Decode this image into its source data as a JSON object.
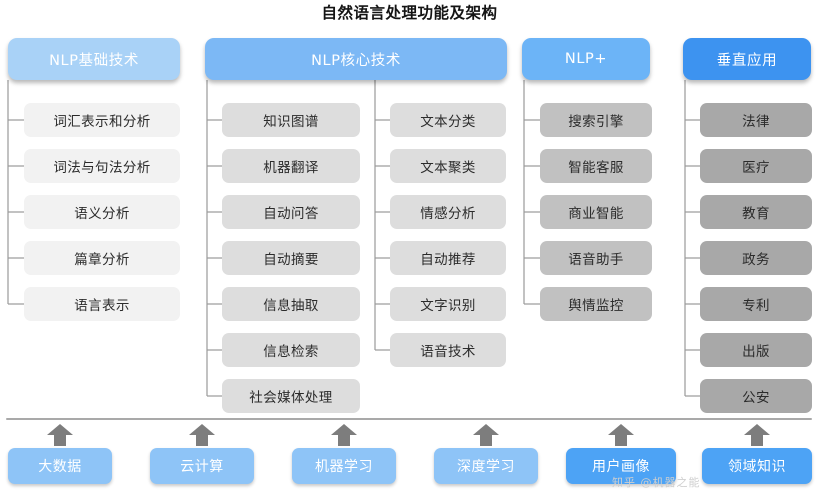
{
  "title": "自然语言处理功能及架构",
  "colors": {
    "header_basic": "#a9d2f7",
    "header_core": "#7cb8f5",
    "header_plus": "#6cb4f7",
    "header_vertical": "#3d93f0",
    "leaf_basic": "#f2f2f2",
    "leaf_core": "#dddddd",
    "leaf_plus": "#c1c1c1",
    "leaf_vertical": "#a8a8a8",
    "base_box": "#8ec4f7",
    "base_box_strong": "#4da3f5",
    "connector": "#9a9a9a",
    "arrow": "#7d7d7d",
    "divider": "#a9a9a9",
    "title_text": "#141414"
  },
  "columns": [
    {
      "id": "nlp-basic",
      "header": "NLP基础技术",
      "groups": [
        {
          "items": [
            "词汇表示和分析",
            "词法与句法分析",
            "语义分析",
            "篇章分析",
            "语言表示"
          ]
        }
      ]
    },
    {
      "id": "nlp-core",
      "header": "NLP核心技术",
      "groups": [
        {
          "items": [
            "知识图谱",
            "机器翻译",
            "自动问答",
            "自动摘要",
            "信息抽取",
            "信息检索",
            "社会媒体处理"
          ]
        },
        {
          "items": [
            "文本分类",
            "文本聚类",
            "情感分析",
            "自动推荐",
            "文字识别",
            "语音技术"
          ]
        }
      ]
    },
    {
      "id": "nlp-plus",
      "header": "NLP+",
      "groups": [
        {
          "items": [
            "搜索引擎",
            "智能客服",
            "商业智能",
            "语音助手",
            "舆情监控"
          ]
        }
      ]
    },
    {
      "id": "vertical-application",
      "header": "垂直应用",
      "groups": [
        {
          "items": [
            "法律",
            "医疗",
            "教育",
            "政务",
            "专利",
            "出版",
            "公安"
          ]
        }
      ]
    }
  ],
  "foundation": {
    "items": [
      "大数据",
      "云计算",
      "机器学习",
      "深度学习",
      "用户画像",
      "领域知识"
    ]
  },
  "watermark": "知乎 @机器之能"
}
